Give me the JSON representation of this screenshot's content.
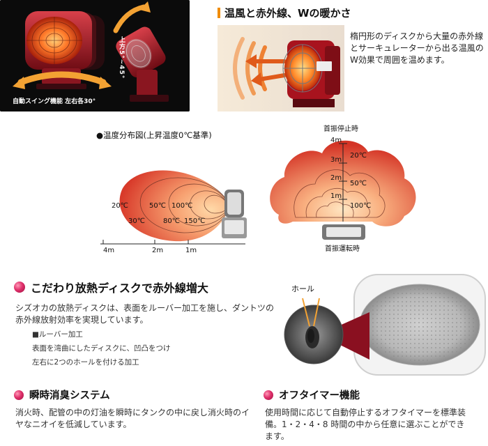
{
  "photo_swing": {
    "swing_caption": "自動スイング機能 左右各30°",
    "tilt_caption": "上方5°~45°"
  },
  "warm": {
    "heading": "温風と赤外線、Wの暖かさ",
    "description": "楕円形のディスクから大量の赤外線とサーキュレーターから出る温風のW効果で周囲を温めます。"
  },
  "temp_diagram": {
    "title": "●温度分布図(上昇温度0℃基準)",
    "side_labels": [
      "20℃",
      "30℃",
      "50℃",
      "80℃",
      "100℃",
      "150℃"
    ],
    "distance_labels": [
      "4m",
      "2m",
      "1m"
    ],
    "top_caption": "首振停止時",
    "bottom_caption": "首振運転時",
    "height_labels": [
      "4m",
      "3m",
      "2m",
      "1m"
    ],
    "top_temps": [
      "20℃",
      "50℃",
      "100℃"
    ]
  },
  "disk": {
    "heading": "こだわり放熱ディスクで赤外線増大",
    "body": "シズオカの放熱ディスクは、表面をルーバー加工を施し、ダントツの赤外線放射効率を実現しています。",
    "sub_title": "■ルーバー加工",
    "sub_line1": "表面を湾曲にしたディスクに、凹凸をつけ",
    "sub_line2": "左右に2つのホールを付ける加工",
    "hole_label": "ホール"
  },
  "deodor": {
    "heading": "瞬時消臭システム",
    "body": "消火時、配管の中の灯油を瞬時にタンクの中に戻し消火時のイヤなニオイを低減しています。"
  },
  "timer": {
    "heading": "オフタイマー機能",
    "body": "使用時間に応じて自動停止するオフタイマーを標準装備。1・2・4・8 時間の中から任意に選ぶことができます。"
  }
}
